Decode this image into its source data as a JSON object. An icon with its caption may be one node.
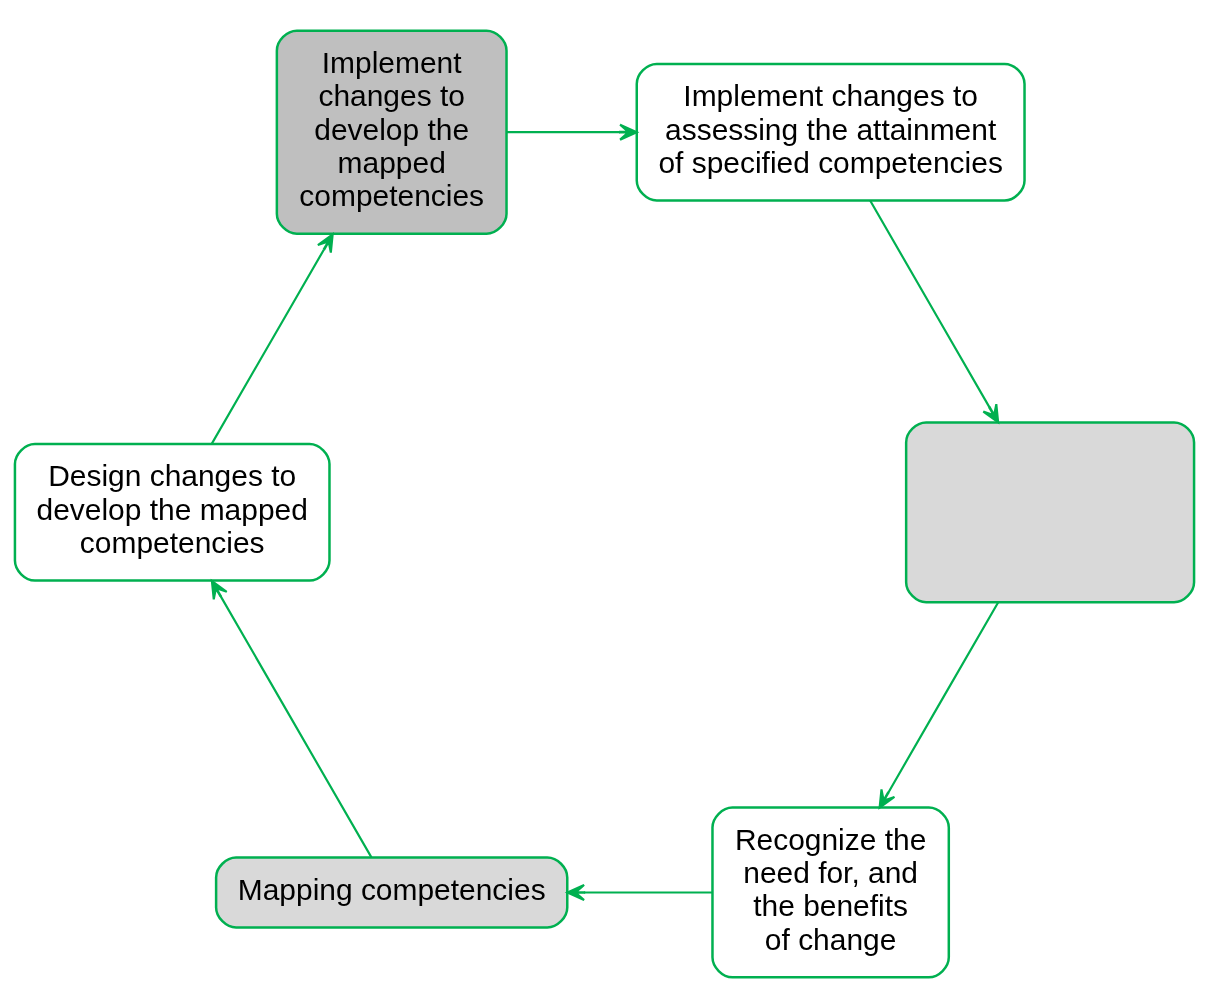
{
  "diagram": {
    "nodes": [
      {
        "text": [
          "Recognize the need for, and the benefits of change"
        ]
      },
      {
        "text": [],
        "shape": "box"
      },
      {
        "text": [
          "Mapping competencies"
        ]
      },
      {
        "text": [
          "Implement changes to assessing the attainment of specified competencies"
        ]
      },
      {
        "text": [
          "Design changes to develop the mapped competencies"
        ]
      },
      {
        "text": [
          "Implement changes to develop the mapped competencies"
        ]
      }
    ],
    "edges": [
      {
        "from": 1,
        "to": 0,
        "arrow": "to"
      },
      {
        "from": 0,
        "to": 2,
        "arrow": "to"
      },
      {
        "from": 2,
        "to": 4,
        "arrow": "to"
      },
      {
        "from": 4,
        "to": 5,
        "arrow": "to"
      },
      {
        "from": 5,
        "to": 3,
        "arrow": "to"
      },
      {
        "from": 3,
        "to": 1,
        "arrow": "to"
      }
    ]
  }
}
